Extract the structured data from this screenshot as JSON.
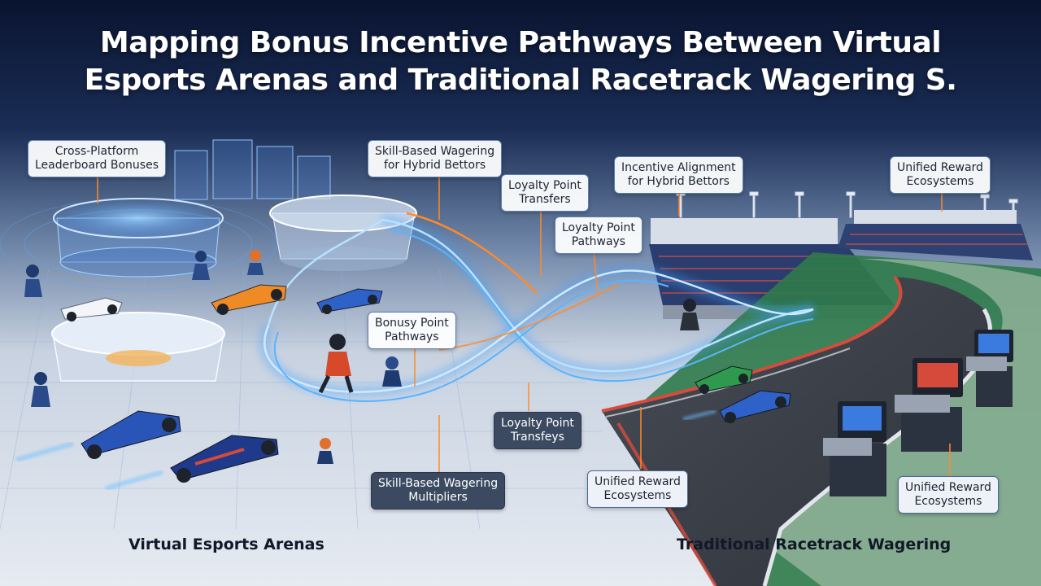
{
  "title": {
    "line1": "Mapping Bonus Incentive Pathways Between Virtual",
    "line2": "Esports Arenas and Traditional Racetrack Wagering S."
  },
  "callouts": {
    "cross_platform": {
      "line1": "Cross-Platform",
      "line2": "Leaderboard Bonuses"
    },
    "skill_hybrid": {
      "line1": "Skill-Based Wagering",
      "line2": "for Hybrid Bettors"
    },
    "loyalty_transfers_top": {
      "line1": "Loyalty Point",
      "line2": "Transfers"
    },
    "loyalty_pathways": {
      "line1": "Loyalty Point",
      "line2": "Pathways"
    },
    "incentive_alignment": {
      "line1": "Incentive Alignment",
      "line2": "for Hybrid Bettors"
    },
    "unified_top": {
      "line1": "Unified Reward",
      "line2": "Ecosystems"
    },
    "bonusy_pathways": {
      "line1": "Bonusy Point",
      "line2": "Pathways"
    },
    "loyalty_transfeys": {
      "line1": "Loyalty Point",
      "line2": "Transfeys"
    },
    "skill_multipliers": {
      "line1": "Skill-Based Wagering",
      "line2": "Multipliers"
    },
    "unified_mid": {
      "line1": "Unified Reward",
      "line2": "Ecosystems"
    },
    "unified_bottom": {
      "line1": "Unified Reward",
      "line2": "Ecosystems"
    }
  },
  "regions": {
    "left": "Virtual Esports Arenas",
    "right": "Traditional Racetrack Wagering"
  },
  "colors": {
    "sky_top": "#0b1530",
    "ground": "#dfe5ee",
    "glow_blue": "#3fa0ff",
    "glow_orange": "#ff8a2a",
    "track_asphalt": "#3a3e47"
  }
}
